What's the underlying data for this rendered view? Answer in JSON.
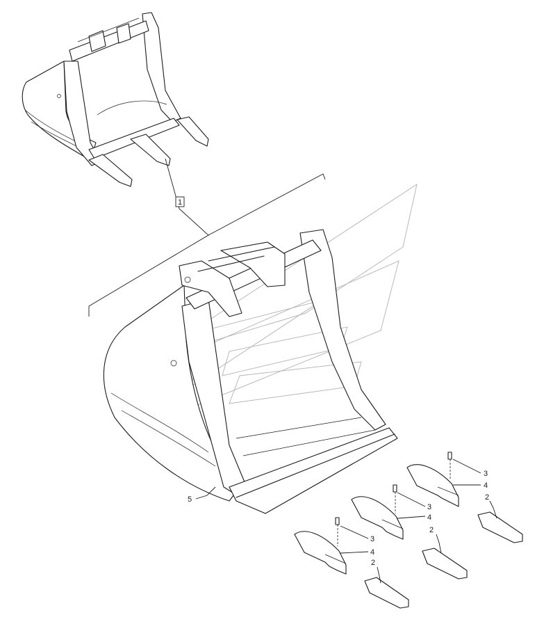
{
  "callouts": {
    "assembly": "1",
    "bucket": "5",
    "tooth_tip": "2",
    "pin": "3",
    "retainer": "4"
  }
}
